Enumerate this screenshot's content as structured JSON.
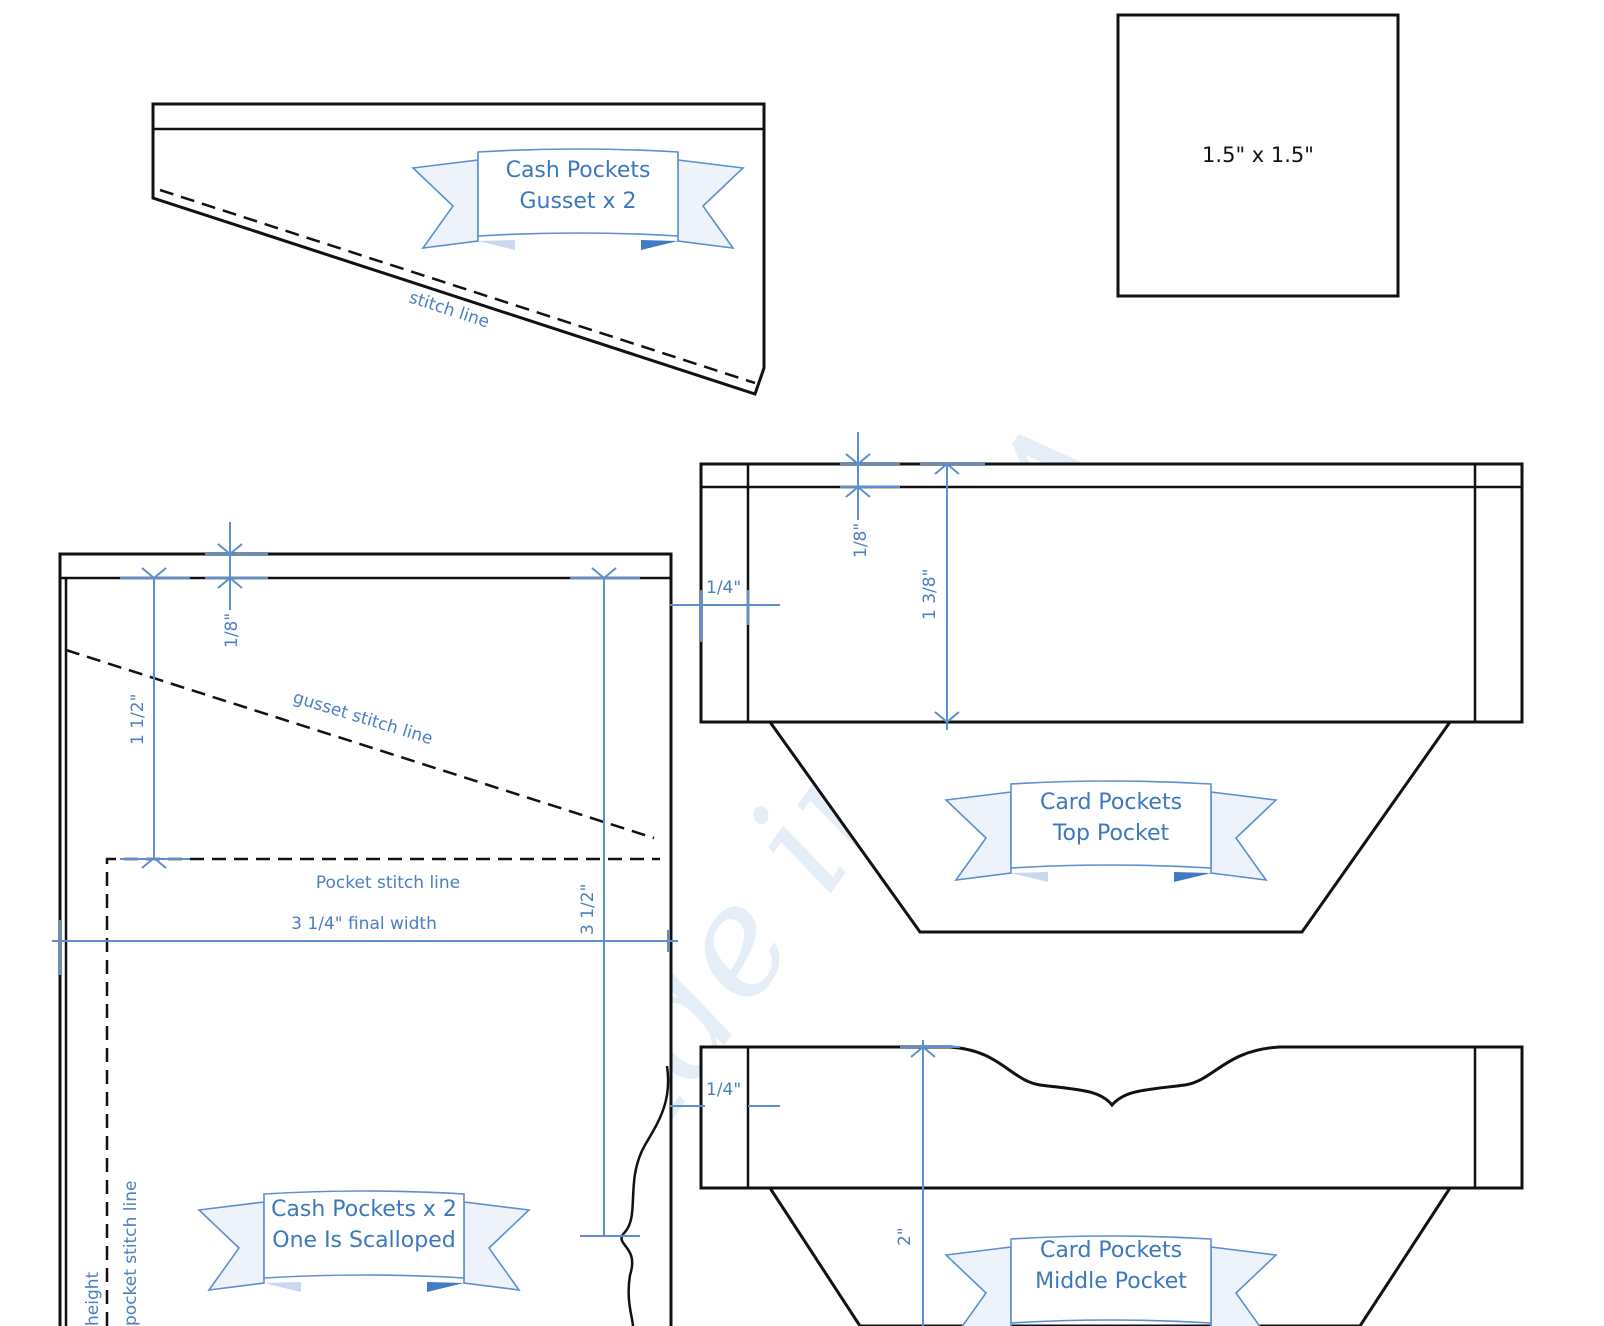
{
  "square": {
    "label": "1.5\" x 1.5\""
  },
  "gusset": {
    "ribbon_line1": "Cash Pockets",
    "ribbon_line2": "Gusset x 2",
    "stitch_label": "stitch line"
  },
  "cash_pocket": {
    "ribbon_line1": "Cash Pockets x 2",
    "ribbon_line2": "One Is Scalloped",
    "gusset_stitch_label": "gusset stitch line",
    "pocket_stitch_label": "Pocket stitch line",
    "width_label": "3 1/4\" final width",
    "dim_top": "1/8\"",
    "dim_left": "1 1/2\"",
    "dim_right": "3 1/2\"",
    "side_stitch_label": "pocket stitch line",
    "side_height_label": "height"
  },
  "card_top": {
    "ribbon_line1": "Card Pockets",
    "ribbon_line2": "Top Pocket",
    "dim_side": "1/4\"",
    "dim_top": "1/8\"",
    "dim_height": "1 3/8\""
  },
  "card_middle": {
    "ribbon_line1": "Card Pockets",
    "ribbon_line2": "Middle Pocket",
    "dim_side": "1/4\"",
    "dim_height": "2\""
  },
  "watermark": "made in USA"
}
